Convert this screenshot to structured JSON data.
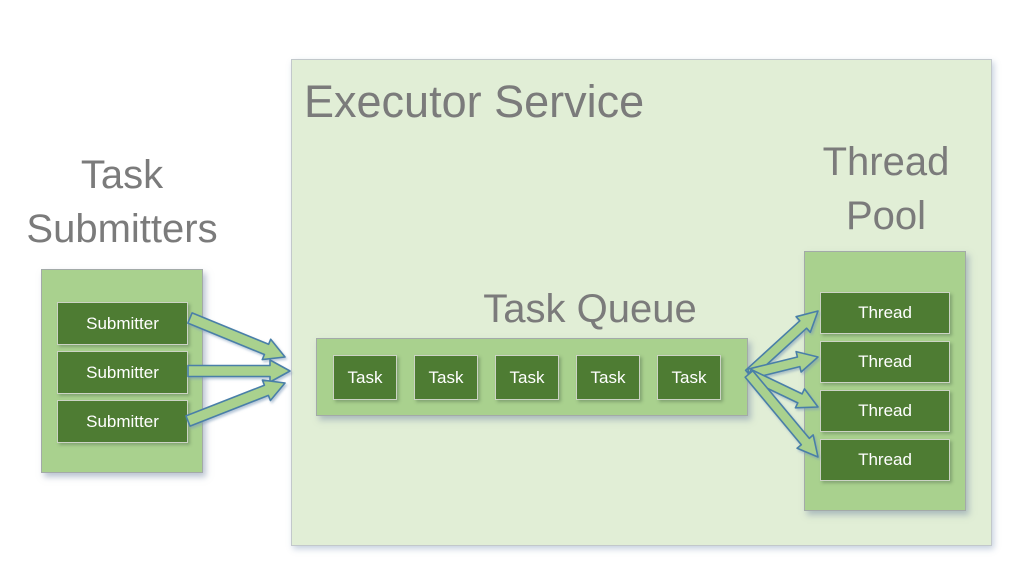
{
  "diagram": {
    "title": "Executor Service",
    "task_submitters": {
      "label_line1": "Task",
      "label_line2": "Submitters",
      "items": [
        "Submitter",
        "Submitter",
        "Submitter"
      ]
    },
    "task_queue": {
      "label": "Task Queue",
      "items": [
        "Task",
        "Task",
        "Task",
        "Task",
        "Task"
      ]
    },
    "thread_pool": {
      "label_line1": "Thread",
      "label_line2": "Pool",
      "items": [
        "Thread",
        "Thread",
        "Thread",
        "Thread"
      ]
    },
    "colors": {
      "page_bg": "#ffffff",
      "executor_fill": "#e1eed6",
      "container_fill": "#a9d18e",
      "node_fill": "#4e7c33",
      "node_text": "#ffffff",
      "title_text": "#7b7b7b",
      "arrow_fill": "#a9d18e",
      "arrow_stroke": "#4a7fa8"
    }
  }
}
